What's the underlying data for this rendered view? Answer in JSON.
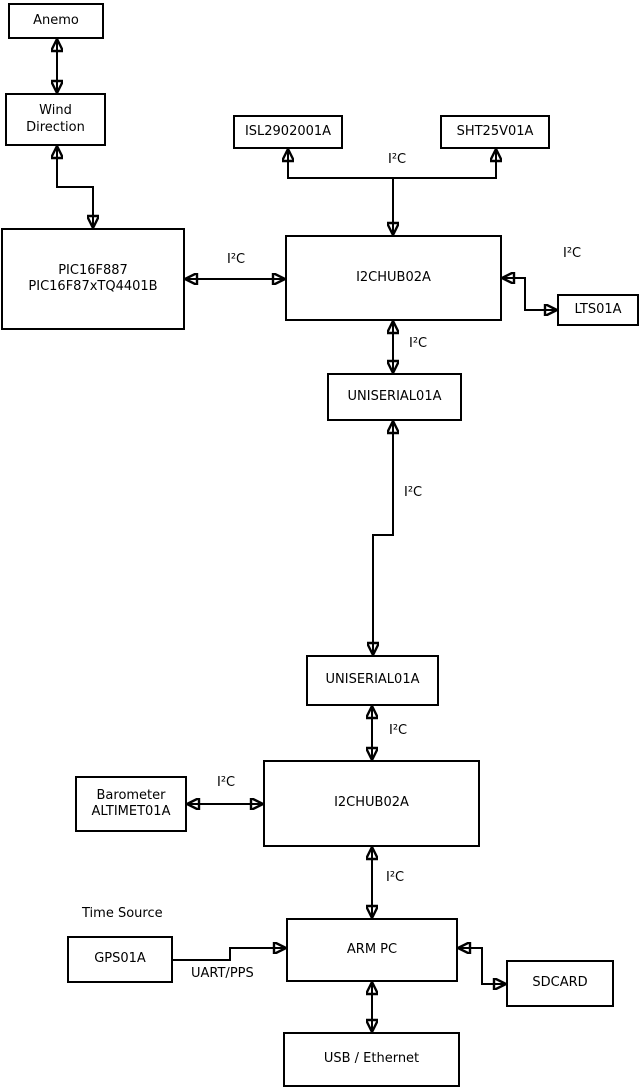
{
  "diagram": {
    "boxes": {
      "anemo": {
        "line1": "Anemo"
      },
      "wind_direction": {
        "line1": "Wind",
        "line2": "Direction"
      },
      "pic": {
        "line1": "PIC16F887",
        "line2": "PIC16F87xTQ4401B"
      },
      "isl": {
        "line1": "ISL2902001A"
      },
      "sht": {
        "line1": "SHT25V01A"
      },
      "i2chub_top": {
        "line1": "I2CHUB02A"
      },
      "lts": {
        "line1": "LTS01A"
      },
      "uniserial_top": {
        "line1": "UNISERIAL01A"
      },
      "uniserial_bottom": {
        "line1": "UNISERIAL01A"
      },
      "barometer": {
        "line1": "Barometer",
        "line2": "ALTIMET01A"
      },
      "i2chub_bottom": {
        "line1": "I2CHUB02A"
      },
      "gps": {
        "line1": "GPS01A"
      },
      "arm_pc": {
        "line1": "ARM PC"
      },
      "sdcard": {
        "line1": "SDCARD"
      },
      "usb_ethernet": {
        "line1": "USB / Ethernet"
      }
    },
    "labels": {
      "i2c_isl_sht": "I²C",
      "i2c_pic_hub": "I²C",
      "i2c_hub_lts": "I²C",
      "i2c_hub_uniserial": "I²C",
      "i2c_uniserial_link": "I²C",
      "i2c_uniserial_hub2": "I²C",
      "i2c_barometer_hub2": "I²C",
      "i2c_hub2_armpc": "I²C",
      "time_source": "Time Source",
      "uart_pps": "UART/PPS"
    },
    "colors": {
      "line": "#000000",
      "box_fill": "#ffffff",
      "background": "#ffffff"
    }
  }
}
